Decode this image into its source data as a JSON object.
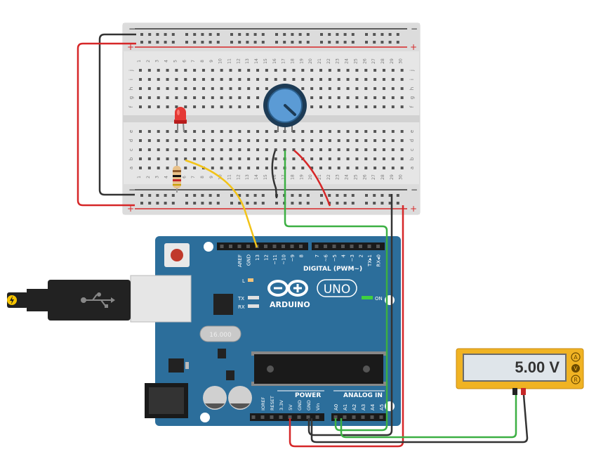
{
  "breadboard": {
    "rail_minus": "−",
    "rail_plus": "+",
    "rows_top": [
      "j",
      "i",
      "h",
      "g",
      "f"
    ],
    "rows_bottom": [
      "e",
      "d",
      "c",
      "b",
      "a"
    ],
    "columns": [
      "1",
      "2",
      "3",
      "4",
      "5",
      "6",
      "7",
      "8",
      "9",
      "10",
      "11",
      "12",
      "13",
      "14",
      "15",
      "16",
      "17",
      "18",
      "19",
      "20",
      "21",
      "22",
      "23",
      "24",
      "25",
      "26",
      "27",
      "28",
      "29",
      "30"
    ]
  },
  "arduino": {
    "logo_text": "ARDUINO",
    "model": "UNO",
    "digital_label": "DIGITAL (PWM~)",
    "power_label": "POWER",
    "analog_label": "ANALOG IN",
    "on_label": "ON",
    "led_l": "L",
    "tx": "TX",
    "rx": "RX",
    "crystal": "16.000",
    "header_top_pins": [
      "AREF",
      "GND",
      "13",
      "12",
      "~11",
      "~10",
      "~9",
      "8",
      "7",
      "~6",
      "~5",
      "4",
      "~3",
      "2",
      "TX▸1",
      "RX◂0"
    ],
    "power_pins": [
      "IOREF",
      "RESET",
      "3.3V",
      "5V",
      "GND",
      "GND",
      "Vin"
    ],
    "analog_pins": [
      "A0",
      "A1",
      "A2",
      "A3",
      "A4",
      "A5"
    ]
  },
  "multimeter": {
    "reading": "5.00 V",
    "modes": [
      "A",
      "V",
      "R"
    ]
  },
  "colors": {
    "board_blue": "#2c6e9b",
    "wire_red": "#d62728",
    "wire_black": "#333333",
    "wire_green": "#3cb043",
    "wire_yellow": "#f2c318",
    "meter_body": "#f0b323"
  }
}
